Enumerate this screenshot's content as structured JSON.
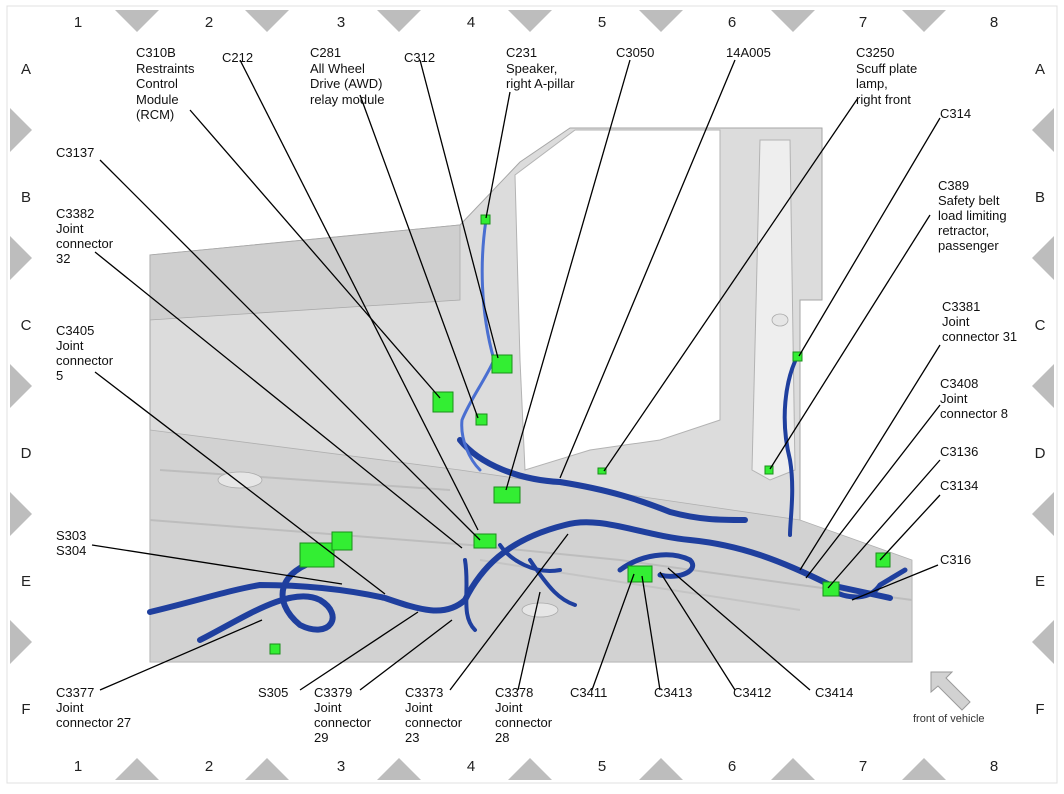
{
  "grid": {
    "columns": [
      "1",
      "2",
      "3",
      "4",
      "5",
      "6",
      "7",
      "8"
    ],
    "rows": [
      "A",
      "B",
      "C",
      "D",
      "E",
      "F"
    ]
  },
  "callouts": {
    "c310b": [
      "C310B",
      "Restraints",
      "Control",
      "Module",
      "(RCM)"
    ],
    "c212": [
      "C212"
    ],
    "c281": [
      "C281",
      "All Wheel",
      "Drive (AWD)",
      "relay module"
    ],
    "c312": [
      "C312"
    ],
    "c231": [
      "C231",
      "Speaker,",
      "right A-pillar"
    ],
    "c3050": [
      "C3050"
    ],
    "c14a005": [
      "14A005"
    ],
    "c3250": [
      "C3250",
      "Scuff plate",
      "lamp,",
      "right front"
    ],
    "c314": [
      "C314"
    ],
    "c389": [
      "C389",
      "Safety belt",
      "load limiting",
      "retractor,",
      "passenger"
    ],
    "c3137": [
      "C3137"
    ],
    "c3382": [
      "C3382",
      "Joint",
      "connector",
      "32"
    ],
    "c3405": [
      "C3405",
      "Joint",
      "connector",
      "5"
    ],
    "c3381": [
      "C3381",
      "Joint",
      "connector 31"
    ],
    "c3408": [
      "C3408",
      "Joint",
      "connector 8"
    ],
    "c3136": [
      "C3136"
    ],
    "c3134": [
      "C3134"
    ],
    "s303": [
      "S303",
      "S304"
    ],
    "c316": [
      "C316"
    ],
    "c3377": [
      "C3377",
      "Joint",
      "connector 27"
    ],
    "s305": [
      "S305"
    ],
    "c3379": [
      "C3379",
      "Joint",
      "connector",
      "29"
    ],
    "c3373": [
      "C3373",
      "Joint",
      "connector",
      "23"
    ],
    "c3378": [
      "C3378",
      "Joint",
      "connector",
      "28"
    ],
    "c3411": [
      "C3411"
    ],
    "c3413": [
      "C3413"
    ],
    "c3412": [
      "C3412"
    ],
    "c3414": [
      "C3414"
    ]
  },
  "direction_note": "front of vehicle",
  "colors": {
    "harness": "#1f3f9e",
    "harness_light": "#4a6fd1",
    "connector": "#33ee33",
    "body": "#d6d6d6",
    "frame_marker": "#bdbdbd"
  }
}
